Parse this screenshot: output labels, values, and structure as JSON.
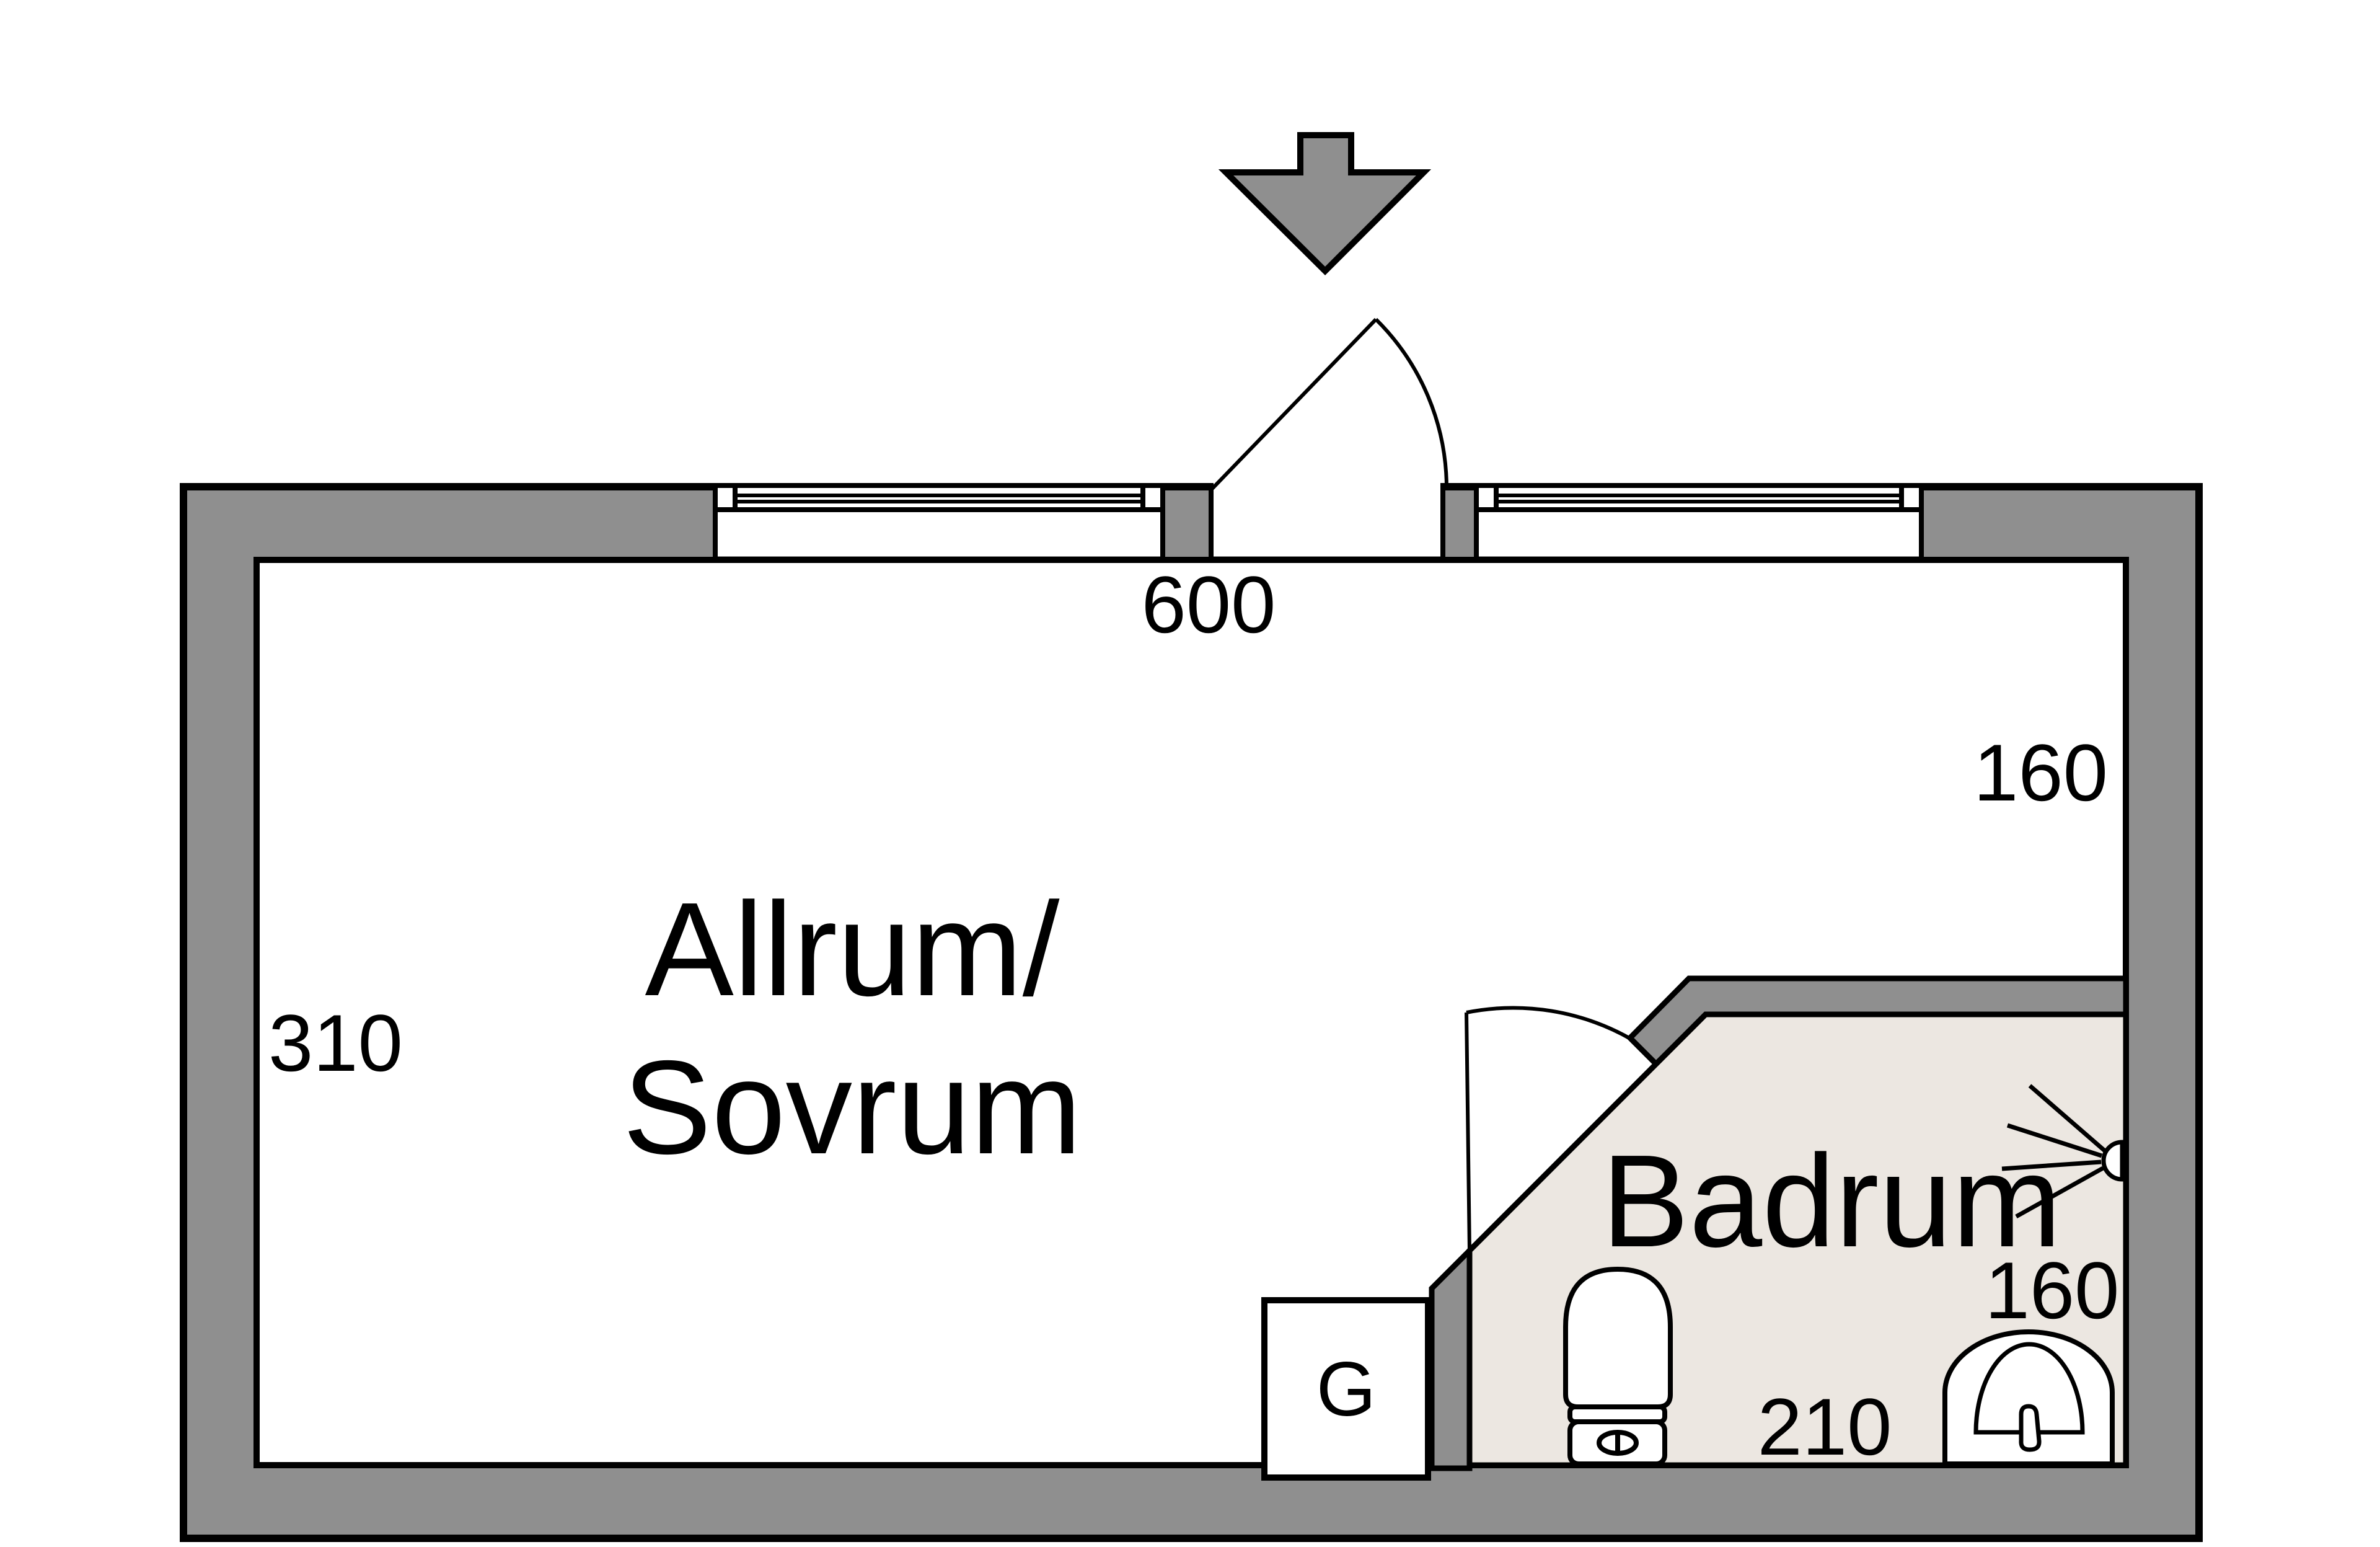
{
  "page": {
    "background": "#ffffff"
  },
  "colors": {
    "wall": "#8f8f8f",
    "bathroom_floor": "#ece7e1",
    "outline": "#000000",
    "fixture": "#ffffff"
  },
  "rooms": {
    "main": {
      "label_line1": "Allrum/",
      "label_line2": "Sovrum",
      "dim_left": "310"
    },
    "bathroom": {
      "label": "Badrum",
      "dim_bottom": "210",
      "dim_right": "160"
    }
  },
  "dimensions": {
    "entrance_top": "600",
    "right_side": "160"
  },
  "wardrobe": {
    "label": "G"
  },
  "icons": {
    "entrance": "down-arrow",
    "entrance_door": "door-swing-outward",
    "bathroom_door": "door-swing-inward",
    "toilet": "toilet-top-view",
    "sink": "washbasin-top-view",
    "shower": "shower-spray",
    "windows": "double-glazed-window"
  }
}
